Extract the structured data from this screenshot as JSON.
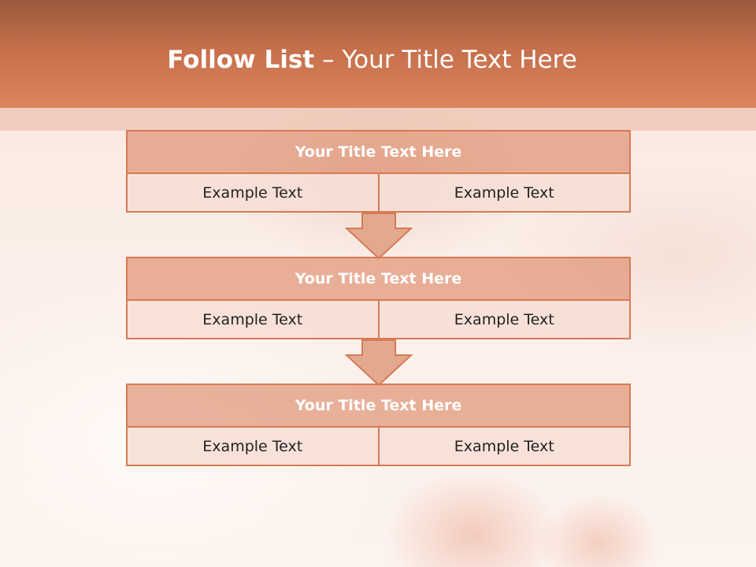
{
  "slide": {
    "title_bold": "Follow List",
    "title_rest": " – Your Title Text Here",
    "blocks": [
      {
        "title": "Your Title Text Here",
        "left": "Example Text",
        "right": "Example Text"
      },
      {
        "title": "Your Title Text Here",
        "left": "Example Text",
        "right": "Example Text"
      },
      {
        "title": "Your Title Text Here",
        "left": "Example Text",
        "right": "Example Text"
      }
    ]
  },
  "colors": {
    "header": "#c56f4b",
    "accent": "#d67a55",
    "title_fill": "#e0a084",
    "row_fill": "#f4d8cf"
  }
}
